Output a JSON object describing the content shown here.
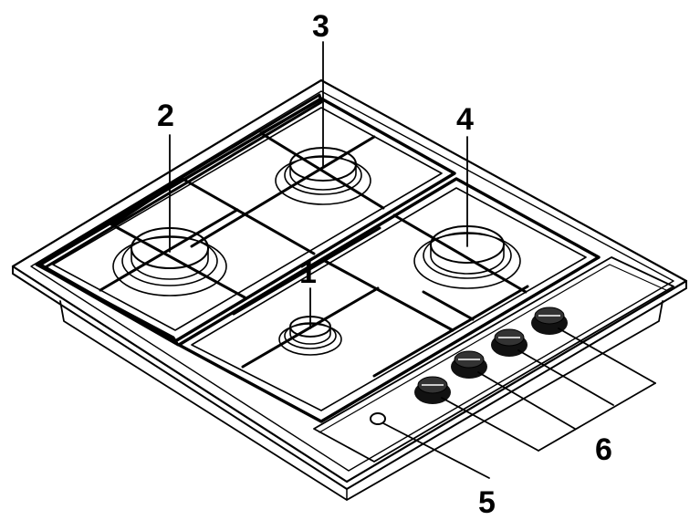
{
  "diagram": {
    "subject": "gas-hob",
    "callouts": {
      "burner_1": "1",
      "burner_2": "2",
      "burner_3": "3",
      "burner_4": "4",
      "ignition_button": "5",
      "control_knobs": "6"
    },
    "colors": {
      "line": "#000000",
      "background": "#ffffff",
      "knob": "#111111"
    }
  }
}
